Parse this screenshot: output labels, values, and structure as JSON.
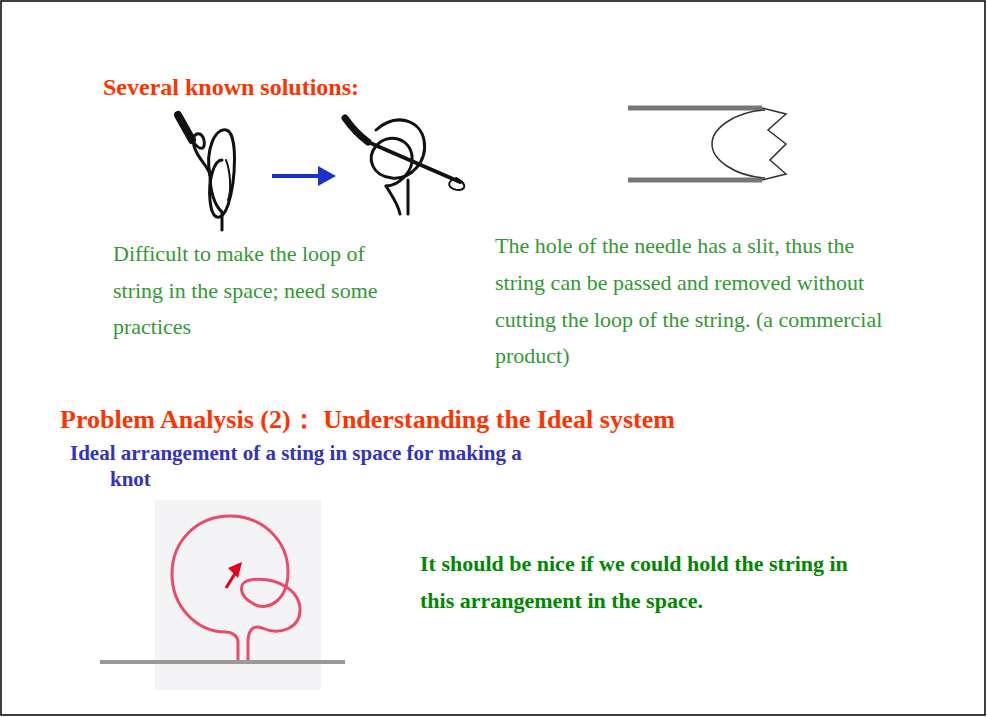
{
  "diagram": {
    "labels": [
      "Several known solutions:",
      "Difficult to make the loop of string in the space; need some practices",
      "The hole of the needle has a slit, thus the string can be passed and removed without cutting the loop of the string. (a commercial product)",
      "Problem Analysis (2)： Understanding the Ideal system",
      "Ideal arrangement of a sting in space for making a knot",
      "It should be nice if we could hold the string in this arrangement in the space."
    ]
  }
}
